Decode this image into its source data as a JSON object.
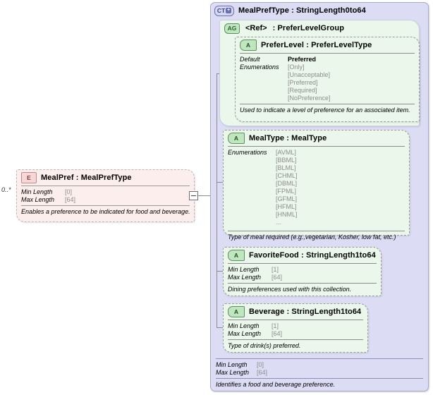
{
  "diagram": {
    "cardinality": "0..*",
    "expander_icon": "minus-expander-icon"
  },
  "element": {
    "icon": "element-icon",
    "icon_label": "E",
    "title": "MealPref : MealPrefType",
    "rows": [
      {
        "label": "Min Length",
        "value": "[0]"
      },
      {
        "label": "Max Length",
        "value": "[64]"
      }
    ],
    "description": "Enables a preference to be indicated for food and beverage."
  },
  "complex_type": {
    "icon": "complextype-icon",
    "icon_label": "CT",
    "expand_glyph": "+",
    "title": "MealPrefType : StringLength0to64",
    "rows": [
      {
        "label": "Min Length",
        "value": "[0]"
      },
      {
        "label": "Max Length",
        "value": "[64]"
      }
    ],
    "description": "Identifies a food and beverage preference."
  },
  "attribute_group": {
    "icon": "attributegroup-icon",
    "icon_label": "AG",
    "ref_label": "<Ref>",
    "title": ": PreferLevelGroup"
  },
  "attributes": [
    {
      "id": "preferlevel",
      "icon": "attribute-icon",
      "icon_label": "A",
      "title": "PreferLevel : PreferLevelType",
      "default_label": "Default",
      "default_value": "Preferred",
      "enum_label": "Enumerations",
      "enumerations": [
        "[Only]",
        "[Unacceptable]",
        "[Preferred]",
        "[Required]",
        "[NoPreference]"
      ],
      "description": "Used to indicate a level of preference for an associated item."
    },
    {
      "id": "mealtype",
      "icon": "attribute-icon",
      "icon_label": "A",
      "title": "MealType : MealType",
      "enum_label": "Enumerations",
      "enumerations": [
        "[AVML]",
        "[BBML]",
        "[BLML]",
        "[CHML]",
        "[DBML]",
        "[FPML]",
        "[GFML]",
        "[HFML]",
        "[HNML]",
        "..."
      ],
      "description": "Type of meal required (e.g.,vegetarian, Kosher, low fat, etc.)"
    },
    {
      "id": "favoritefood",
      "icon": "attribute-icon",
      "icon_label": "A",
      "title": "FavoriteFood : StringLength1to64",
      "rows": [
        {
          "label": "Min Length",
          "value": "[1]"
        },
        {
          "label": "Max Length",
          "value": "[64]"
        }
      ],
      "description": "Dining preferences used with this collection."
    },
    {
      "id": "beverage",
      "icon": "attribute-icon",
      "icon_label": "A",
      "title": "Beverage : StringLength1to64",
      "rows": [
        {
          "label": "Min Length",
          "value": "[1]"
        },
        {
          "label": "Max Length",
          "value": "[64]"
        }
      ],
      "description": "Type of drink(s) preferred."
    }
  ],
  "colors": {
    "container_bg": "#dcdcf4",
    "attribute_bg": "#eaf7ea",
    "element_bg": "#fdeeee",
    "line": "#8b8b8b"
  }
}
